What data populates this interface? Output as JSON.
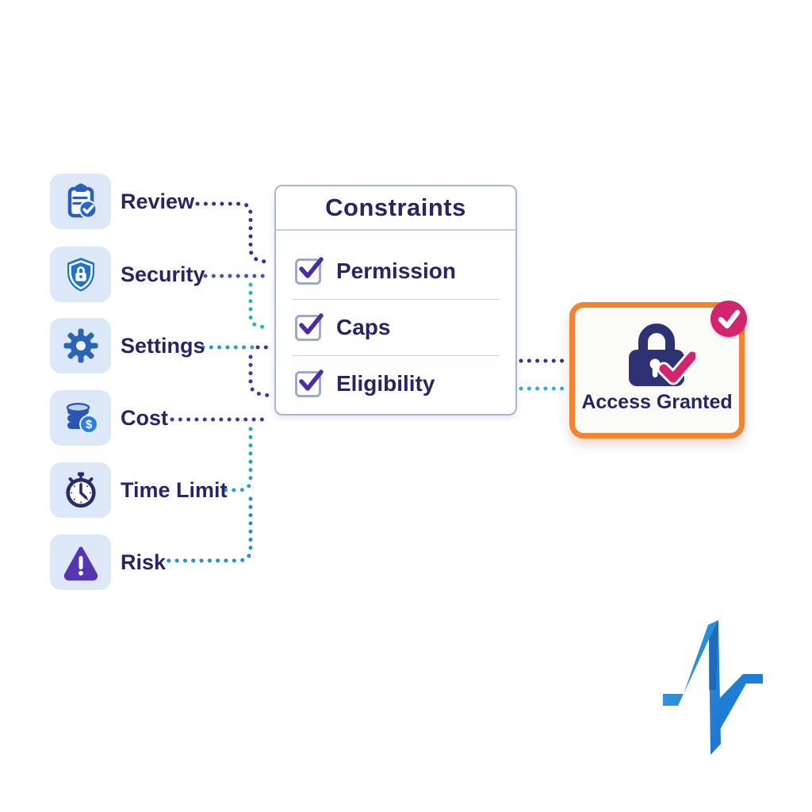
{
  "factors": [
    {
      "label": "Review",
      "icon": "clipboard-check-icon"
    },
    {
      "label": "Security",
      "icon": "shield-lock-icon"
    },
    {
      "label": "Settings",
      "icon": "gear-icon"
    },
    {
      "label": "Cost",
      "icon": "coins-dollar-icon",
      "badge_glyph": "$"
    },
    {
      "label": "Time Limit",
      "icon": "stopwatch-icon"
    },
    {
      "label": "Risk",
      "icon": "warning-triangle-icon"
    }
  ],
  "constraints_panel": {
    "title": "Constraints",
    "items": [
      {
        "label": "Permission",
        "checked": true
      },
      {
        "label": "Caps",
        "checked": true
      },
      {
        "label": "Eligibility",
        "checked": true
      }
    ]
  },
  "result_card": {
    "label": "Access Granted",
    "icon": "padlock-check-icon",
    "badge_icon": "check-badge-icon"
  },
  "logo": {
    "name": "pulse-n-logo"
  },
  "colors": {
    "navy_text": "#272566",
    "tile_bg": "#DCE8F7",
    "panel_border": "#ACB4D4",
    "check_purple": "#4B2CA2",
    "orange_border": "#F08430",
    "pink_accent": "#D2246F",
    "lock_navy": "#2D3272",
    "icon_blue": "#2B63B5",
    "connector_purple": "#3C3193",
    "connector_blue_purple": "#4356B4",
    "connector_teal": "#2BB3BC",
    "connector_blue": "#2E8FD0",
    "connector_cyan": "#38AEE0",
    "logo_blue": "#2E96E0"
  }
}
